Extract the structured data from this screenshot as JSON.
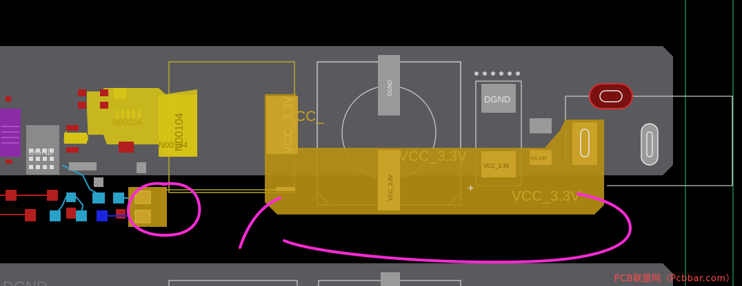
{
  "colors": {
    "background": "#000000",
    "board": "#5a5a5e",
    "silkscreen": "#d0d0d0",
    "copper_top": "#c9a227",
    "copper_pour": "#b58e12",
    "copper_bright": "#d6c316",
    "pad_red": "#b31e1e",
    "pad_cyan": "#2aa1c8",
    "pad_blue": "#1a25e0",
    "pad_purple": "#8d2aa8",
    "markup": "#ff2bd6",
    "guide_green": "#29c46b"
  },
  "labels": {
    "vcc_main": "VCC_3.3V",
    "vcc_right": "VCC_3.3V",
    "vcc_rotated": "VCC_3.3V",
    "vcc_small_pad": "VCC_3.3V",
    "vcc_vertical_pad": "VCC_3.3V",
    "vcc_partial": "VCC_",
    "vcc_small_right": "VCC_3.3V",
    "dgnd_box": "DGND",
    "dgnd_vertical": "DGND",
    "dgnd_chip": "DGND",
    "dgnd_bottom": "DGND",
    "net_top": "N00104",
    "net_bottom": "N00104",
    "net_rotated": "N00104",
    "plus": "+"
  },
  "watermark": "PCB联盟网（Pcbbar.com）"
}
